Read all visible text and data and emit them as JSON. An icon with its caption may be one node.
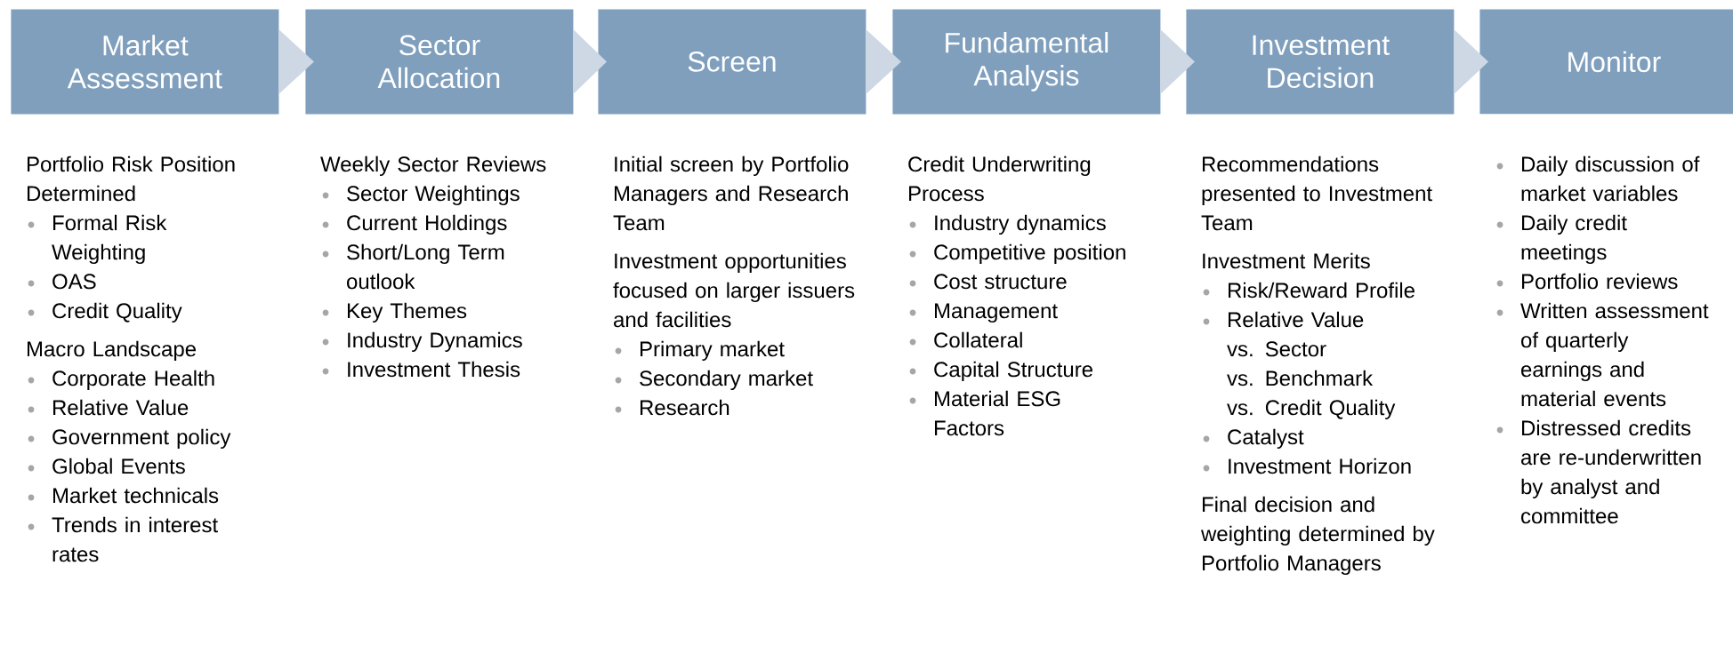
{
  "diagram": {
    "nodes": [
      {
        "text": [
          "Market Assessment"
        ],
        "beside": [
          "Portfolio Risk Position Determined",
          "Formal Risk Weighting",
          "OAS",
          "Credit Quality",
          "Macro Landscape",
          "Corporate Health",
          "Relative Value",
          "Government policy",
          "Global Events",
          "Market technicals",
          "Trends in interest rates"
        ]
      },
      {
        "text": [
          "Sector Allocation"
        ],
        "beside": [
          "Weekly Sector Reviews",
          "Sector Weightings",
          "Current Holdings",
          "Short/Long Term outlook",
          "Key Themes",
          "Industry Dynamics",
          "Investment Thesis"
        ]
      },
      {
        "text": [
          "Screen"
        ],
        "beside": [
          "Initial screen by Portfolio Managers and Research Team",
          "Investment opportunities focused on larger issuers and facilities",
          "Primary market",
          "Secondary market",
          "Research"
        ]
      },
      {
        "text": [
          "Fundamental Analysis"
        ],
        "beside": [
          "Credit Underwriting Process",
          "Industry dynamics",
          "Competitive position",
          "Cost structure",
          "Management",
          "Collateral",
          "Capital Structure",
          "Material ESG Factors"
        ]
      },
      {
        "text": [
          "Investment Decision"
        ],
        "beside": [
          "Recommendations presented to Investment Team",
          "Investment Merits",
          "Risk/Reward Profile",
          "Relative Value",
          "vs. Sector",
          "vs. Benchmark",
          "vs. Credit Quality",
          "Catalyst",
          "Investment Horizon",
          "Final decision and weighting determined by Portfolio Managers"
        ]
      },
      {
        "text": [
          "Monitor"
        ],
        "beside": [
          "Daily discussion of market variables",
          "Daily credit meetings",
          "Portfolio reviews",
          "Written assessment of quarterly earnings and material events",
          "Distressed credits are re-underwritten by analyst and committee"
        ]
      }
    ],
    "edges": [
      {
        "from": 0,
        "to": 1,
        "arrow": "to"
      },
      {
        "from": 1,
        "to": 2,
        "arrow": "to"
      },
      {
        "from": 2,
        "to": 3,
        "arrow": "to"
      },
      {
        "from": 3,
        "to": 4,
        "arrow": "to"
      },
      {
        "from": 4,
        "to": 5,
        "arrow": "to"
      }
    ]
  }
}
